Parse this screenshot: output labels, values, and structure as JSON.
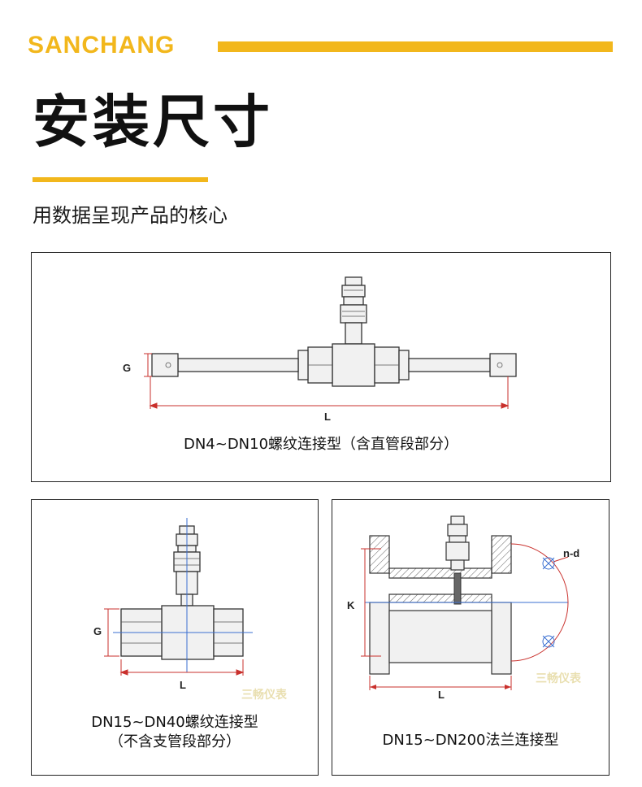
{
  "header": {
    "brand": "SANCHANG",
    "title": "安装尺寸",
    "subtitle": "用数据呈现产品的核心"
  },
  "colors": {
    "accent": "#f2b71c",
    "dimension_red": "#c9302c",
    "axis_blue": "#3a6fd1"
  },
  "panels": [
    {
      "caption": "DN4~DN10螺纹连接型（含直管段部分）",
      "dims": {
        "g": "G",
        "l": "L"
      }
    },
    {
      "caption_line1": "DN15~DN40螺纹连接型",
      "caption_line2": "（不含支管段部分）",
      "dims": {
        "g": "G",
        "l": "L"
      },
      "watermark": "三畅仪表"
    },
    {
      "caption": "DN15~DN200法兰连接型",
      "dims": {
        "k": "K",
        "l": "L",
        "nd": "n-d"
      },
      "watermark": "三畅仪表"
    }
  ]
}
